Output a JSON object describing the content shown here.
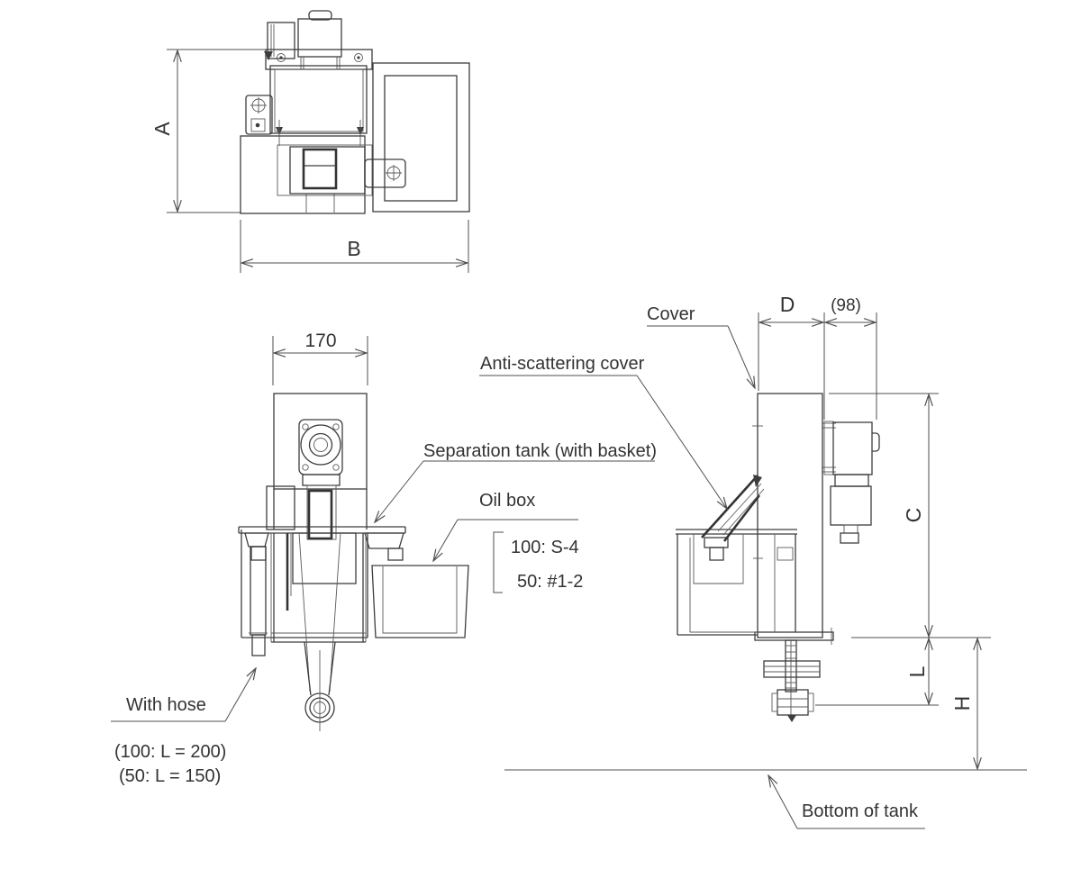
{
  "drawing": {
    "colors": {
      "background": "#ffffff",
      "line": "#3d3d3d",
      "dimension_line": "#4f4f4f",
      "text": "#333333",
      "ground_line": "#8c8c8c"
    },
    "top_view": {
      "dim_a": "A",
      "dim_b": "B"
    },
    "front_view": {
      "dim_width": "170",
      "separation_tank_label": "Separation tank (with basket)",
      "oil_box_label": "Oil box",
      "oil_box_variants": [
        "100: S-4",
        "50: #1-2"
      ],
      "with_hose_label": "With hose",
      "with_hose_variants": [
        "(100: L = 200)",
        "(50: L = 150)"
      ],
      "icons": [
        "leader-arrow-icon"
      ]
    },
    "side_view": {
      "dim_d": "D",
      "dim_98": "(98)",
      "dim_c": "C",
      "dim_l": "L",
      "dim_h": "H",
      "cover_label": "Cover",
      "anti_scattering_label": "Anti-scattering cover",
      "bottom_of_tank_label": "Bottom of tank"
    }
  }
}
